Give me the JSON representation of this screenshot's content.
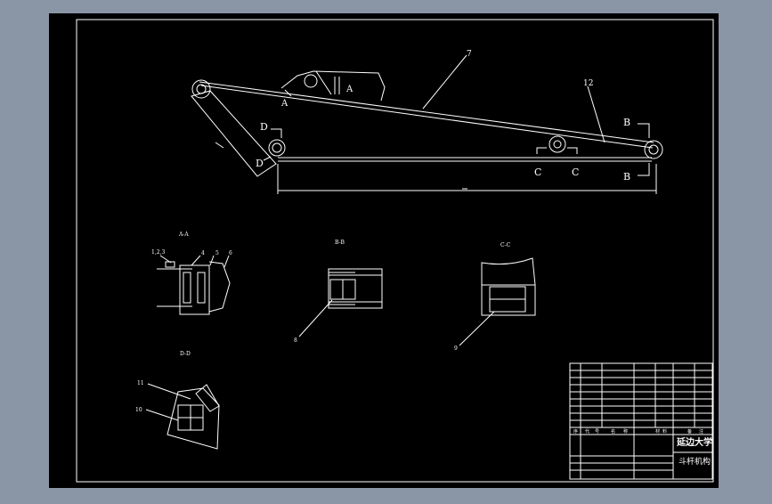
{
  "drawing": {
    "title_university": "延边大学",
    "title_name": "斗杆机构",
    "labels": {
      "part_7": "7",
      "part_12": "12",
      "section_a_left": "A",
      "section_a_right": "A",
      "section_b_top": "B",
      "section_b_bottom": "B",
      "section_c_left": "C",
      "section_c_right": "C",
      "section_d_top": "D",
      "section_d_bottom": "D"
    },
    "views": {
      "aa": {
        "title": "A-A",
        "leaders": [
          "1,2,3",
          "4",
          "5",
          "6"
        ]
      },
      "bb": {
        "title": "B-B",
        "leader": "8"
      },
      "cc": {
        "title": "C-C",
        "leader": "9"
      },
      "dd": {
        "title": "D-D",
        "leaders": [
          "11",
          "10"
        ]
      }
    },
    "title_block": {
      "header": [
        "序",
        "代",
        "号",
        "名",
        "称",
        "材",
        "料",
        "备",
        "注"
      ]
    }
  },
  "colors": {
    "frame_bg": "#000000",
    "lines": "#ffffff",
    "viewer_bg": "#8a96a6"
  }
}
